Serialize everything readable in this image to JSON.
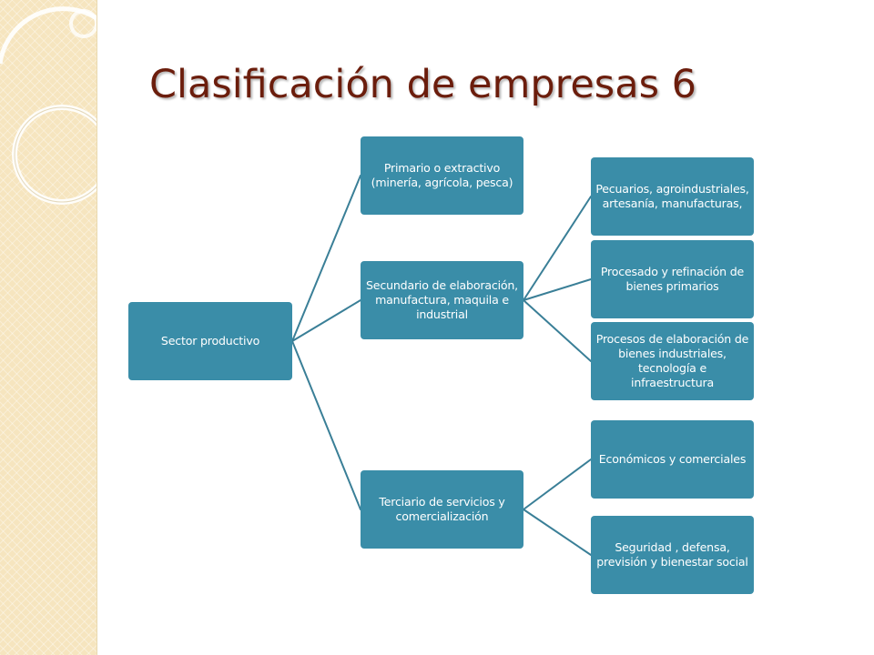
{
  "slide": {
    "title": "Clasificación de empresas 6"
  },
  "diagram": {
    "root": "Sector productivo",
    "primario": "Primario o extractivo (minería, agrícola, pesca)",
    "secundario": "Secundario de elaboración, manufactura, maquila e industrial",
    "terciario": "Terciario de servicios y comercialización",
    "pecuarios": "Pecuarios, agroindustriales, artesanía, manufacturas,",
    "procesado": "Procesado y refinación de bienes primarios",
    "procesos_industriales": "Procesos de elaboración de bienes industriales, tecnología e infraestructura",
    "economicos": "Económicos y comerciales",
    "seguridad": "Seguridad , defensa, previsión y bienestar social"
  },
  "colors": {
    "node_fill": "#3a8da8",
    "connector": "#3a7f97",
    "title_text": "#6b1d0c",
    "side_panel": "#f6e5bf"
  }
}
